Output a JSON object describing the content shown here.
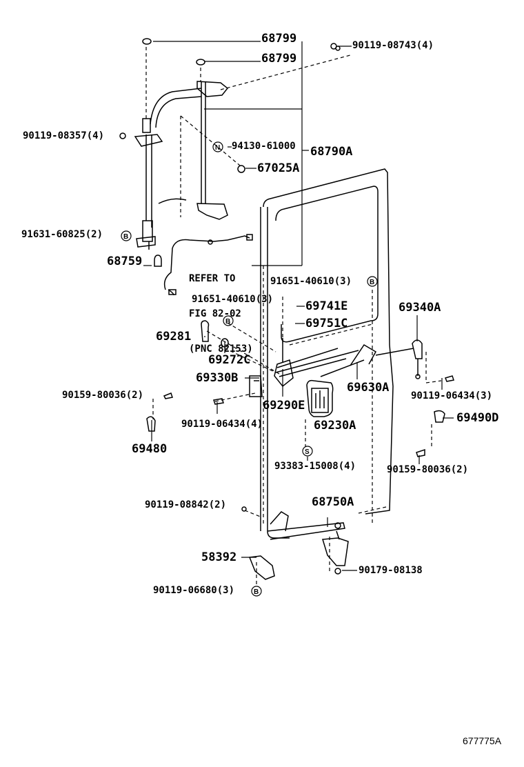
{
  "diagram": {
    "title": "Back Door Lock & Hinge Parts Diagram",
    "figure_id": "677775A",
    "note_lines": [
      "REFER TO",
      "FIG 82-02",
      "(PNC 82153)"
    ],
    "parts": [
      {
        "id": "p68799a",
        "label": "68799"
      },
      {
        "id": "p68799b",
        "label": "68799"
      },
      {
        "id": "p90119_08743",
        "label": "90119-08743(4)"
      },
      {
        "id": "p90119_08357",
        "label": "90119-08357(4)"
      },
      {
        "id": "p94130_61000",
        "label": "94130-61000",
        "marker": "N"
      },
      {
        "id": "p68790A",
        "label": "68790A"
      },
      {
        "id": "p67025A",
        "label": "67025A"
      },
      {
        "id": "p91631_60825",
        "label": "91631-60825(2)",
        "marker": "B"
      },
      {
        "id": "p68759",
        "label": "68759"
      },
      {
        "id": "p91651_40610a",
        "label": "91651-40610(3)",
        "marker": "B"
      },
      {
        "id": "p91651_40610b",
        "label": "91651-40610(3)",
        "marker": "B"
      },
      {
        "id": "p69741E",
        "label": "69741E"
      },
      {
        "id": "p69751C",
        "label": "69751C"
      },
      {
        "id": "p69340A",
        "label": "69340A"
      },
      {
        "id": "p69281",
        "label": "69281"
      },
      {
        "id": "p69272C",
        "label": "69272C"
      },
      {
        "id": "p69330B",
        "label": "69330B"
      },
      {
        "id": "p90159_80036a",
        "label": "90159-80036(2)"
      },
      {
        "id": "p69290E",
        "label": "69290E"
      },
      {
        "id": "p69630A",
        "label": "69630A"
      },
      {
        "id": "p90119_06434a",
        "label": "90119-06434(3)"
      },
      {
        "id": "p90119_06434b",
        "label": "90119-06434(4)"
      },
      {
        "id": "p69230A",
        "label": "69230A"
      },
      {
        "id": "p69490D",
        "label": "69490D"
      },
      {
        "id": "p69480",
        "label": "69480"
      },
      {
        "id": "p93383_15008",
        "label": "93383-15008(4)",
        "marker": "S"
      },
      {
        "id": "p90159_80036b",
        "label": "90159-80036(2)"
      },
      {
        "id": "p90119_08842",
        "label": "90119-08842(2)"
      },
      {
        "id": "p68750A",
        "label": "68750A"
      },
      {
        "id": "p58392",
        "label": "58392"
      },
      {
        "id": "p90179_08138",
        "label": "90179-08138"
      },
      {
        "id": "p90119_06680",
        "label": "90119-06680(3)",
        "marker": "B"
      }
    ]
  }
}
